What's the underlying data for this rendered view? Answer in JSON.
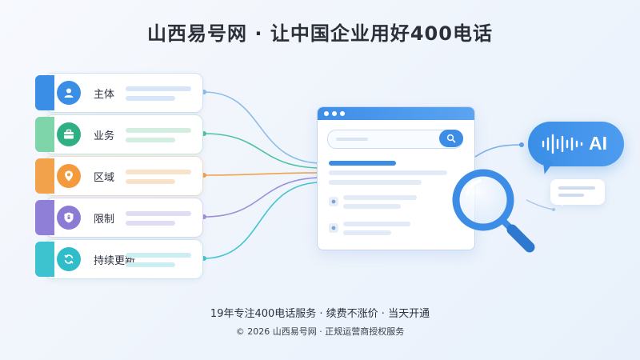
{
  "header": {
    "title": "山西易号网 · 让中国企业用好400电话"
  },
  "features": [
    {
      "label": "主体",
      "icon": "user-icon",
      "color": "#3a8ee6"
    },
    {
      "label": "业务",
      "icon": "briefcase-icon",
      "color": "#2fb083"
    },
    {
      "label": "区域",
      "icon": "location-pin-icon",
      "color": "#f39a3c"
    },
    {
      "label": "限制",
      "icon": "shield-icon",
      "color": "#8c7bd5"
    },
    {
      "label": "持续更新",
      "icon": "refresh-icon",
      "color": "#2fbdc9"
    }
  ],
  "illustration": {
    "ai_label": "AI",
    "browser_icon": "browser-window-icon",
    "search_icon": "search-icon",
    "magnifier_icon": "magnifier-icon",
    "accent": "#3d8ce6"
  },
  "footer": {
    "tagline": "19年专注400电话服务 · 续费不涨价 · 当天开通",
    "copyright": "© 2026 山西易号网 · 正规运营商授权服务"
  }
}
